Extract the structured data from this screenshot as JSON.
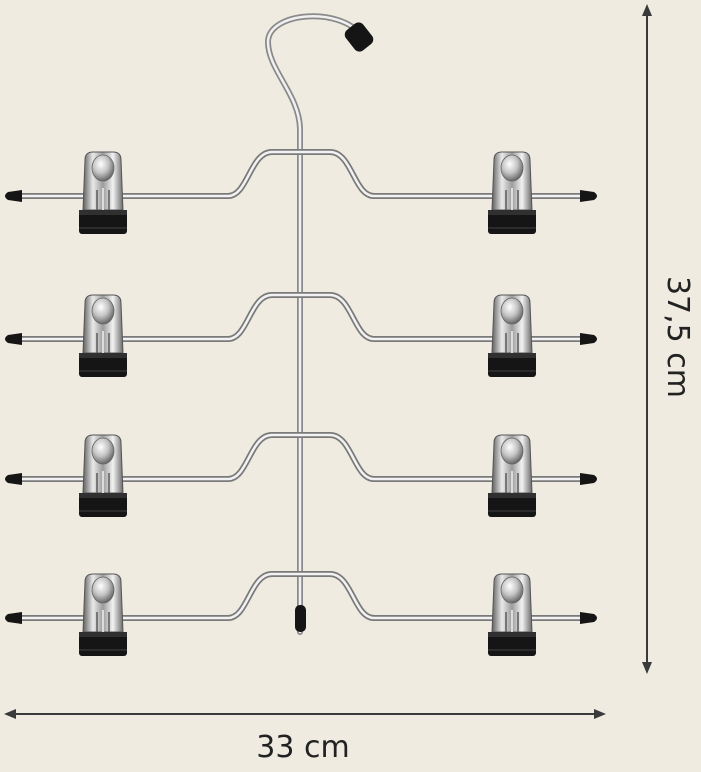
{
  "product": "clip-hanger",
  "tiers": 4,
  "clips_per_tier": 2,
  "dimensions": {
    "width_label": "33 cm",
    "height_label": "37,5 cm"
  },
  "colors": {
    "background": "#efebe0",
    "chrome_light": "#f4f4f4",
    "chrome_mid": "#b9b9b9",
    "chrome_dark": "#6e6e6e",
    "rubber": "#151515",
    "dimension_line": "#3a3a3a"
  }
}
